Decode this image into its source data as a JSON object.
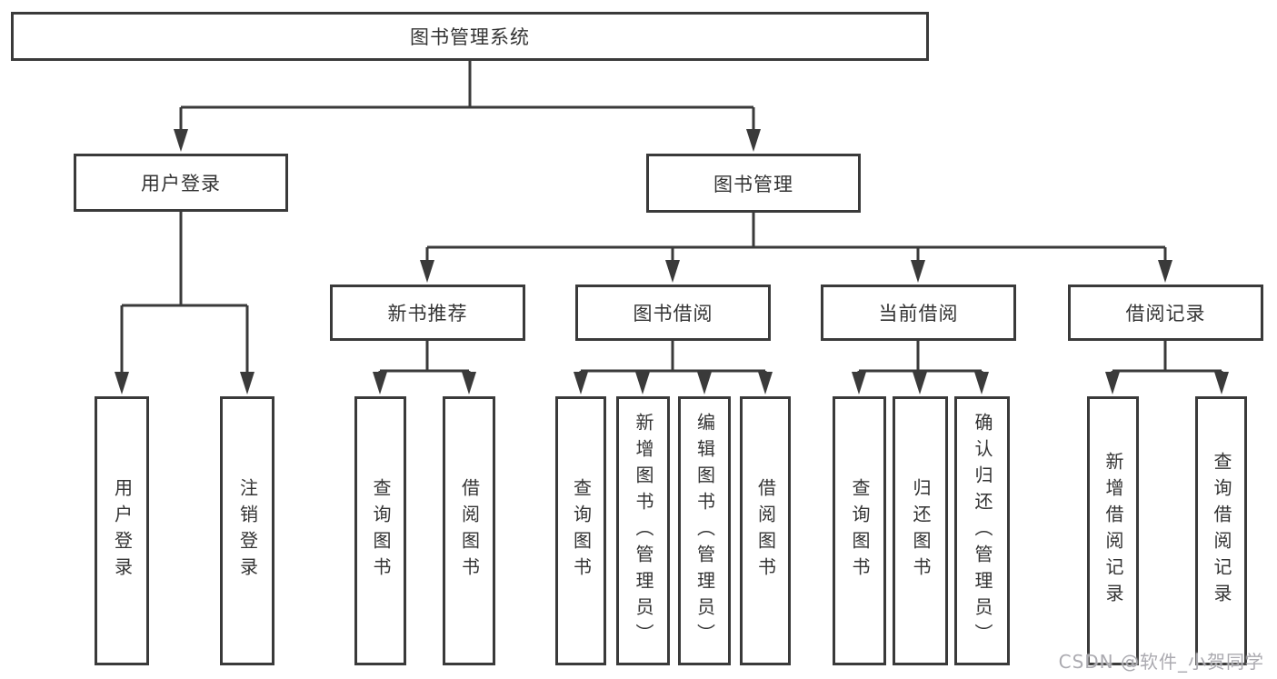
{
  "diagram": {
    "tree": {
      "label": "图书管理系统",
      "children": [
        {
          "label": "用户登录",
          "children": [
            {
              "label": "用户登录"
            },
            {
              "label": "注销登录"
            }
          ]
        },
        {
          "label": "图书管理",
          "children": [
            {
              "label": "新书推荐",
              "children": [
                {
                  "label": "查询图书"
                },
                {
                  "label": "借阅图书"
                }
              ]
            },
            {
              "label": "图书借阅",
              "children": [
                {
                  "label": "查询图书"
                },
                {
                  "label": "新增图书（管理员）"
                },
                {
                  "label": "编辑图书（管理员）"
                },
                {
                  "label": "借阅图书"
                }
              ]
            },
            {
              "label": "当前借阅",
              "children": [
                {
                  "label": "查询图书"
                },
                {
                  "label": "归还图书"
                },
                {
                  "label": "确认归还（管理员）"
                }
              ]
            },
            {
              "label": "借阅记录",
              "children": [
                {
                  "label": "新增借阅记录"
                },
                {
                  "label": "查询借阅记录"
                }
              ]
            }
          ]
        }
      ]
    },
    "line_color": "#3a3a3a",
    "text_color": "#333333"
  },
  "watermark": {
    "text": "CSDN @软件_小贺同学"
  }
}
